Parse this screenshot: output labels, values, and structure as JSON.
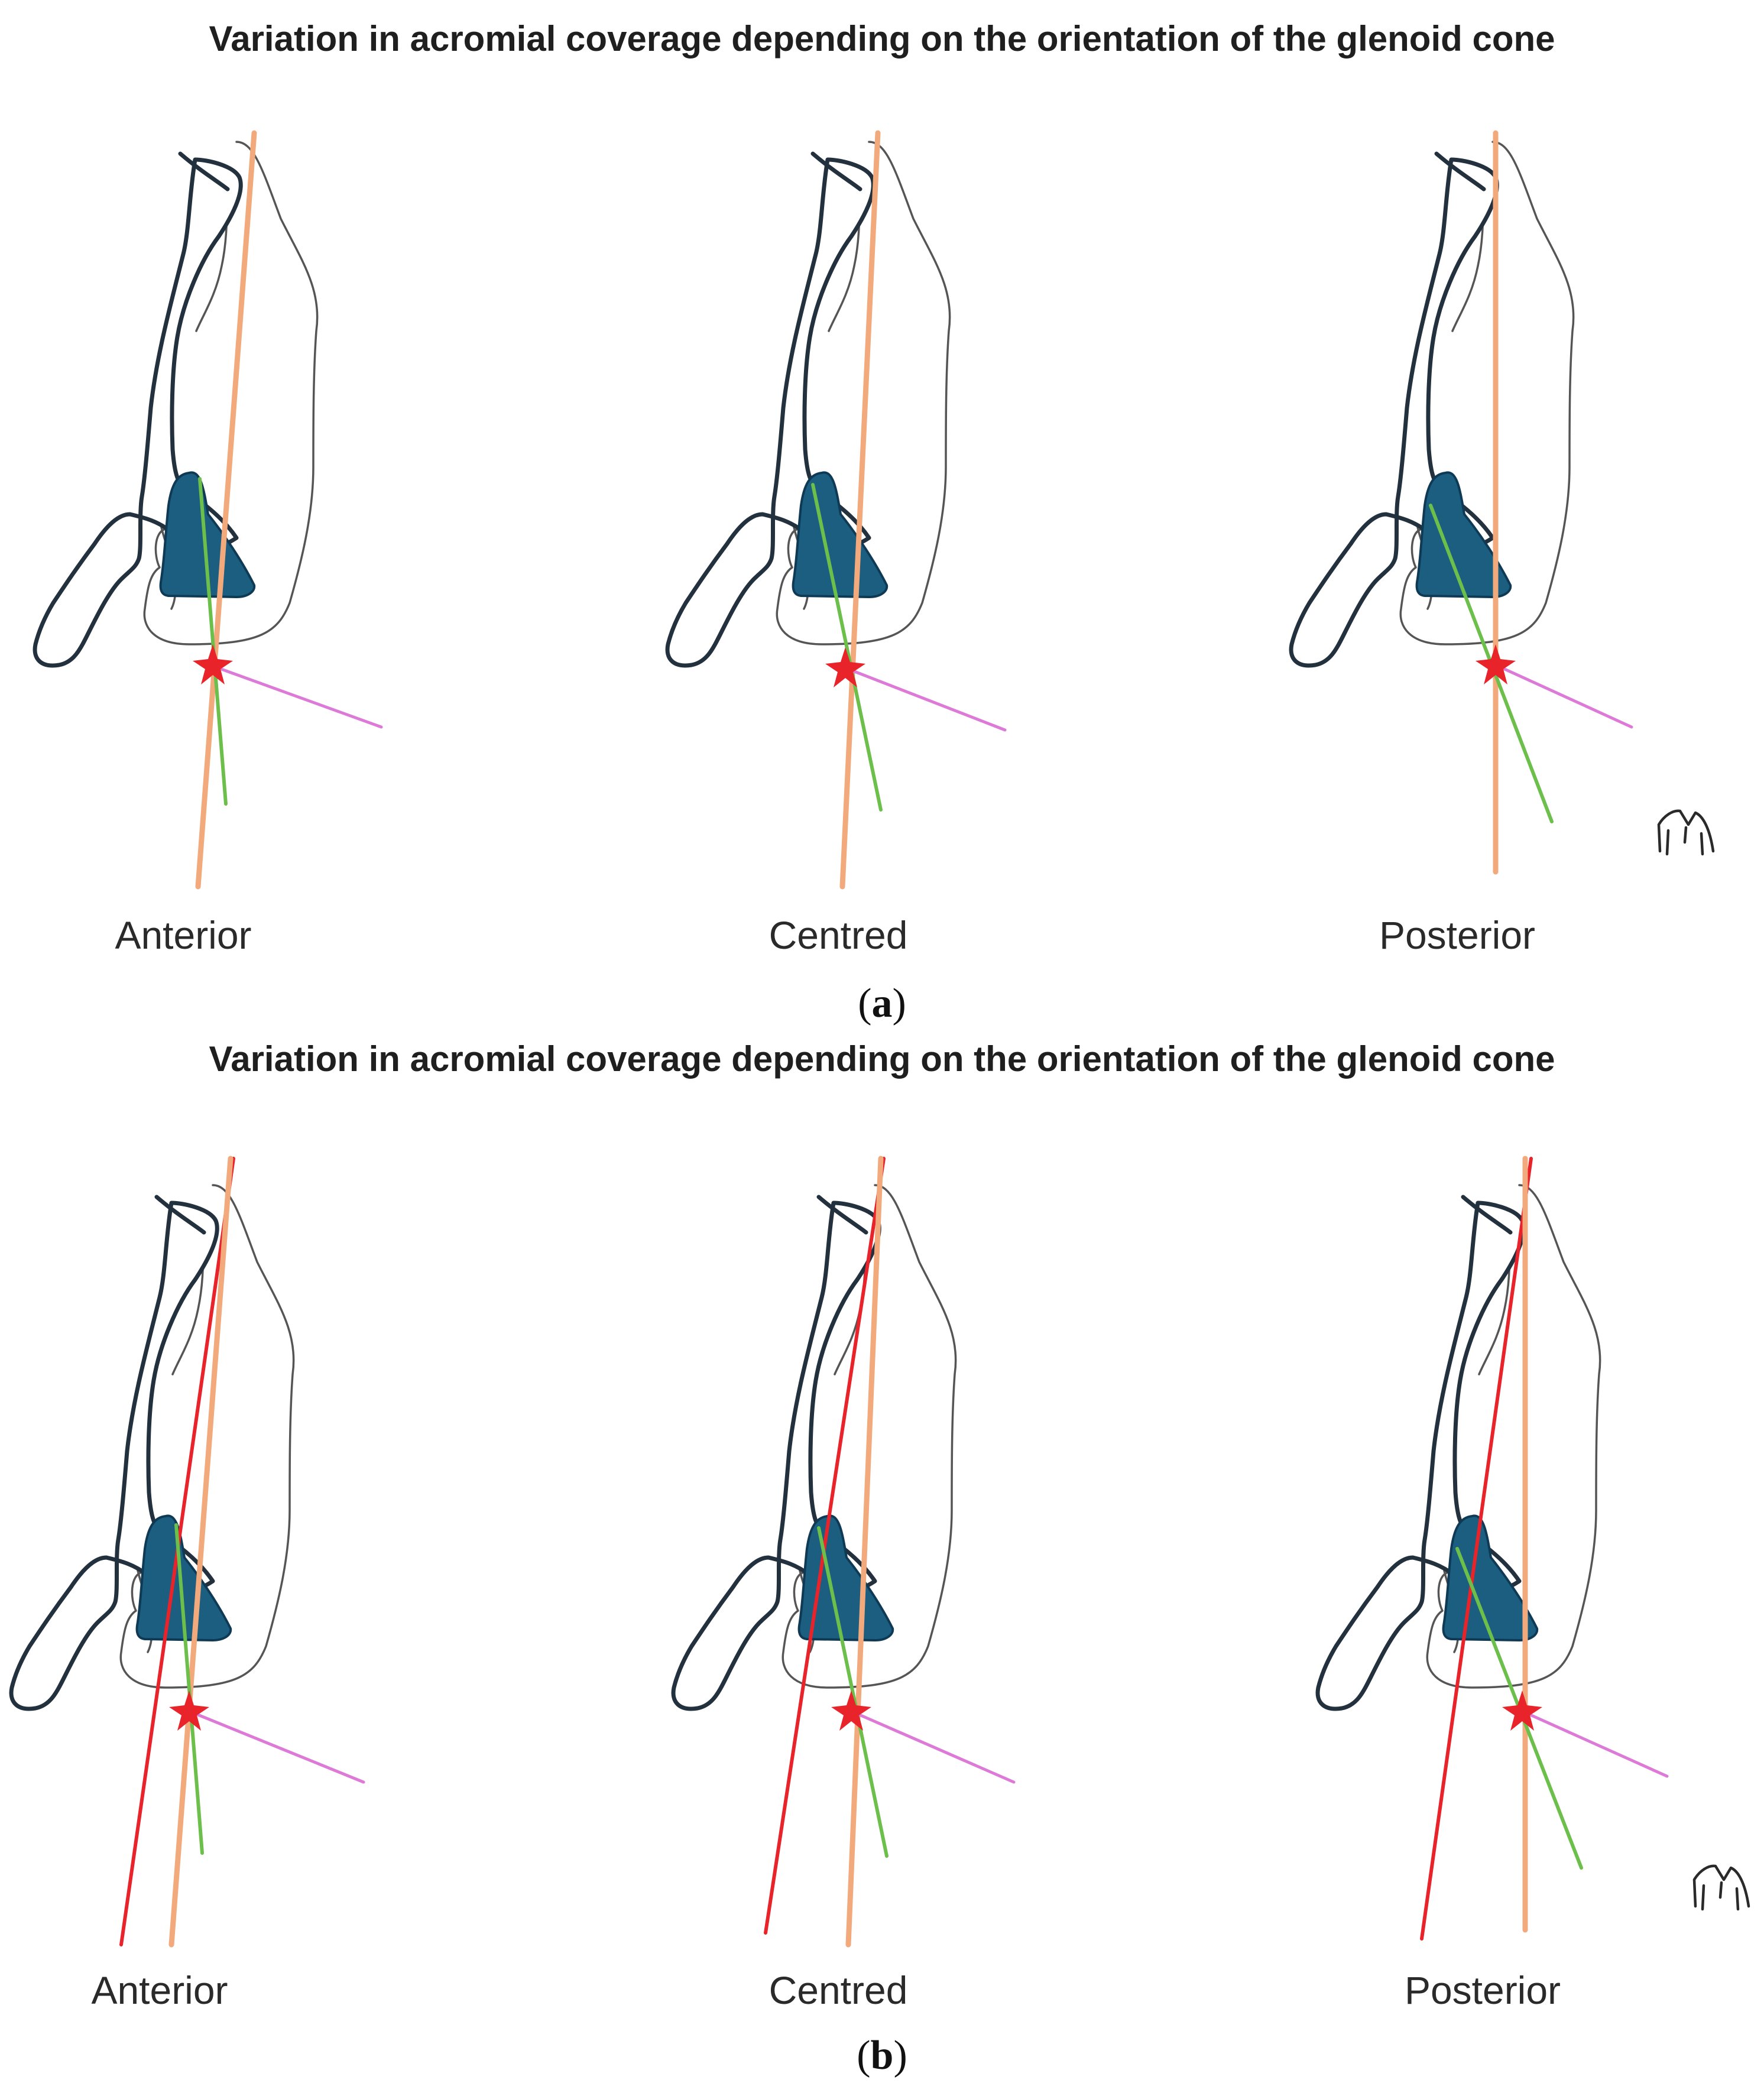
{
  "panels": [
    {
      "id": "a",
      "title": "Variation in acromial coverage depending on the orientation of the glenoid cone",
      "sublabel_open": "(",
      "sublabel_letter": "a",
      "sublabel_close": ")",
      "positions": [
        "Anterior",
        "Centred",
        "Posterior"
      ]
    },
    {
      "id": "b",
      "title": "Variation in acromial coverage depending on the orientation of the glenoid cone",
      "sublabel_open": "(",
      "sublabel_letter": "b",
      "sublabel_close": ")",
      "positions": [
        "Anterior",
        "Centred",
        "Posterior"
      ]
    }
  ],
  "colors": {
    "glenoid_fill": "#1b5e80",
    "orange_axis": "#f2a97c",
    "green_axis": "#6cbf4a",
    "pink_line": "#dd7ad8",
    "red_axis": "#e8242a",
    "center_star": "#e8242a",
    "outline": "#22313d"
  }
}
